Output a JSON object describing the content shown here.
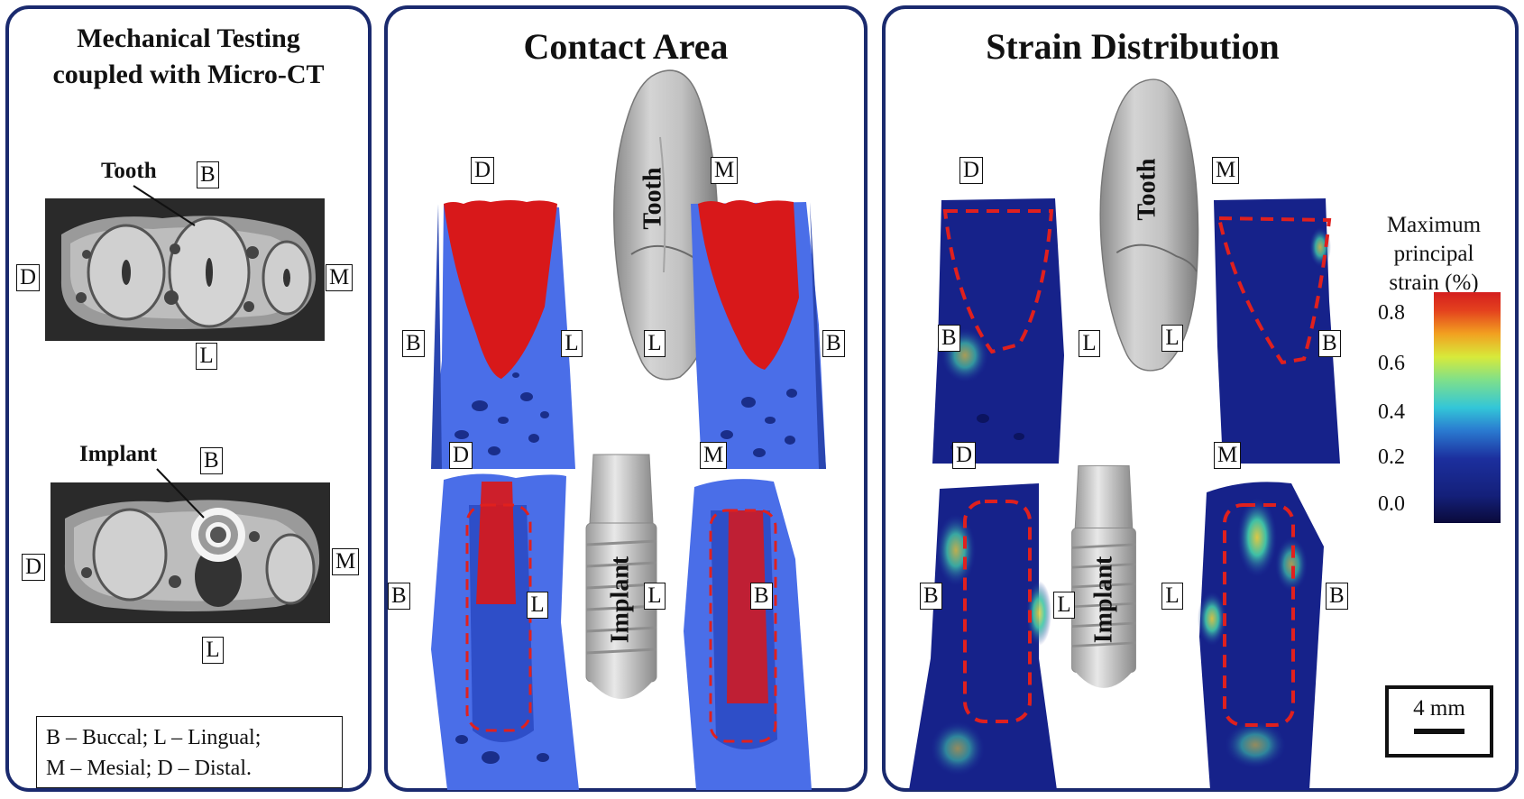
{
  "panels": {
    "left_title_line1": "Mechanical Testing",
    "left_title_line2": "coupled with Micro-CT",
    "middle_title": "Contact Area",
    "right_title": "Strain Distribution"
  },
  "microct": {
    "tooth_label": "Tooth",
    "implant_label": "Implant"
  },
  "orient": {
    "b": "B",
    "l": "L",
    "m": "M",
    "d": "D"
  },
  "models": {
    "tooth": "Tooth",
    "implant": "Implant"
  },
  "legend": {
    "line1": "B – Buccal; L – Lingual;",
    "line2": "M – Mesial; D – Distal."
  },
  "colorbar": {
    "title_line1": "Maximum",
    "title_line2": "principal",
    "title_line3": "strain (%)",
    "ticks": [
      "0.8",
      "0.6",
      "0.4",
      "0.2",
      "0.0"
    ],
    "colors": [
      "#0a0a3a",
      "#1c2f9e",
      "#33c6d8",
      "#c8e840",
      "#f0a020",
      "#d41e1e"
    ]
  },
  "scale_bar": {
    "label": "4 mm"
  },
  "colors": {
    "frame": "#1a2a6e",
    "bone": "#4a6ee8",
    "contact": "#d8181a",
    "outline": "#e0201e"
  }
}
